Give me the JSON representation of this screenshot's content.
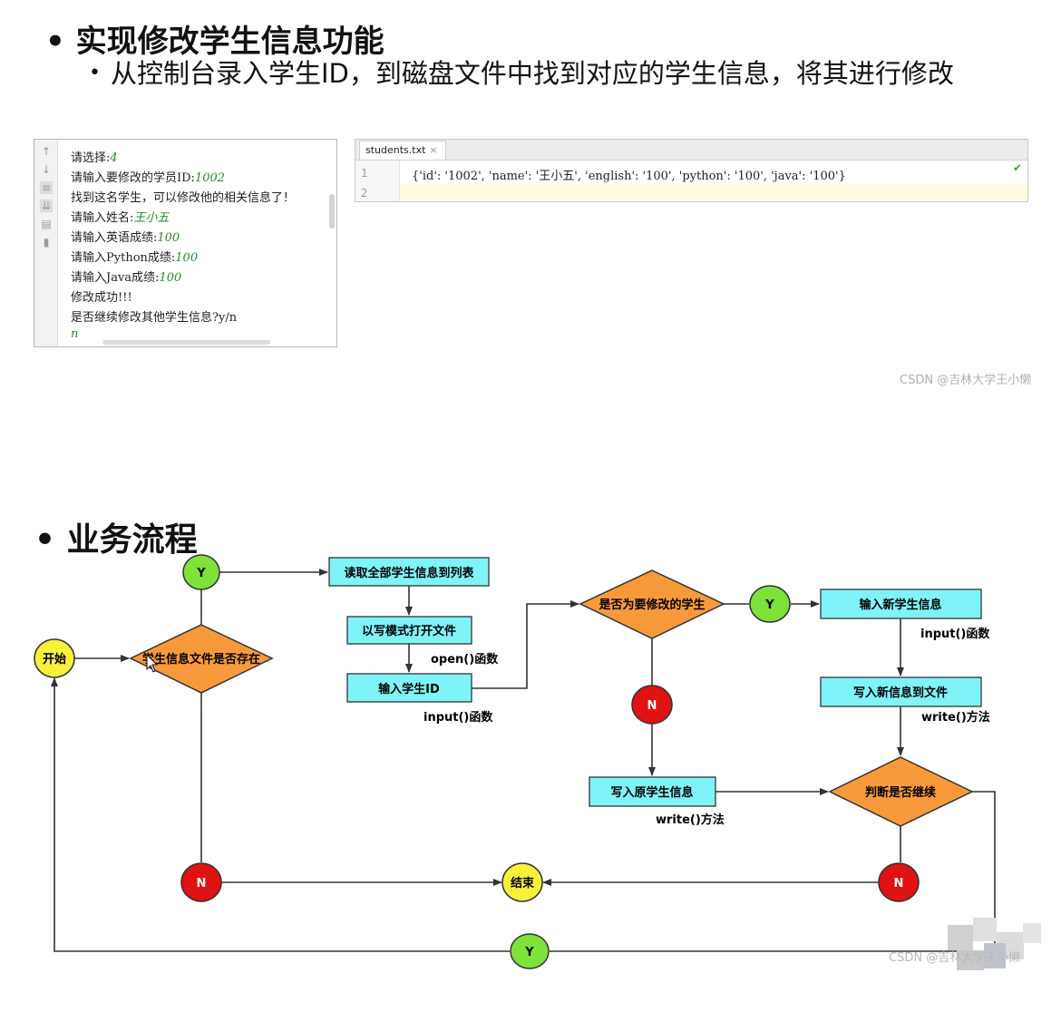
{
  "heading": {
    "bullet": "•",
    "title": "实现修改学生信息功能",
    "sub_bullet": "•",
    "subtitle": "从控制台录入学生ID，到磁盘文件中找到对应的学生信息，将其进行修改"
  },
  "console": {
    "lines": [
      {
        "label": "请选择:",
        "input": "4"
      },
      {
        "label": "请输入要修改的学员ID:",
        "input": "1002"
      },
      {
        "label": "找到这名学生，可以修改他的相关信息了！",
        "input": ""
      },
      {
        "label": "请输入姓名:",
        "input": "王小五"
      },
      {
        "label": "请输入英语成绩:",
        "input": "100"
      },
      {
        "label": "请输入Python成绩:",
        "input": "100"
      },
      {
        "label": "请输入Java成绩:",
        "input": "100"
      },
      {
        "label": "修改成功!!!",
        "input": ""
      },
      {
        "label": "是否继续修改其他学生信息?y/n",
        "input": ""
      },
      {
        "label": "",
        "input": "n"
      }
    ],
    "toolbar_icons": [
      "up-arrow-icon",
      "down-arrow-icon",
      "soft-wrap-icon",
      "scroll-to-end-icon",
      "print-icon",
      "trash-icon"
    ]
  },
  "editor": {
    "tab_label": "students.txt",
    "tab_close": "×",
    "line_numbers": [
      "1",
      "2"
    ],
    "code_line_1": "{'id': '1002', 'name': '王小五', 'english': '100', 'python': '100', 'java': '100'}",
    "status_check": "✔"
  },
  "watermark_top": "CSDN @吉林大学王小懒",
  "flow": {
    "bullet": "•",
    "title": "业务流程",
    "nodes": {
      "start": "开始",
      "exists": "学生信息文件是否存在",
      "y1": "Y",
      "read_all": "读取全部学生信息到列表",
      "open_write": "以写模式打开文件",
      "open_func": "open()函数",
      "input_id": "输入学生ID",
      "input_func1": "input()函数",
      "is_target": "是否为要修改的学生",
      "y2": "Y",
      "input_new": "输入新学生信息",
      "input_func2": "input()函数",
      "write_new": "写入新信息到文件",
      "write_method1": "write()方法",
      "n2": "N",
      "write_orig": "写入原学生信息",
      "write_method2": "write()方法",
      "continue": "判断是否继续",
      "n1": "N",
      "end": "结束",
      "n3": "N",
      "y3": "Y"
    },
    "colors": {
      "start": "#f7f13a",
      "yes": "#7ee23a",
      "no": "#e01212",
      "diamond": "#f89a3c",
      "box": "#7ff4f8"
    }
  },
  "watermark_bottom": "CSDN @吉林大学王小懒"
}
